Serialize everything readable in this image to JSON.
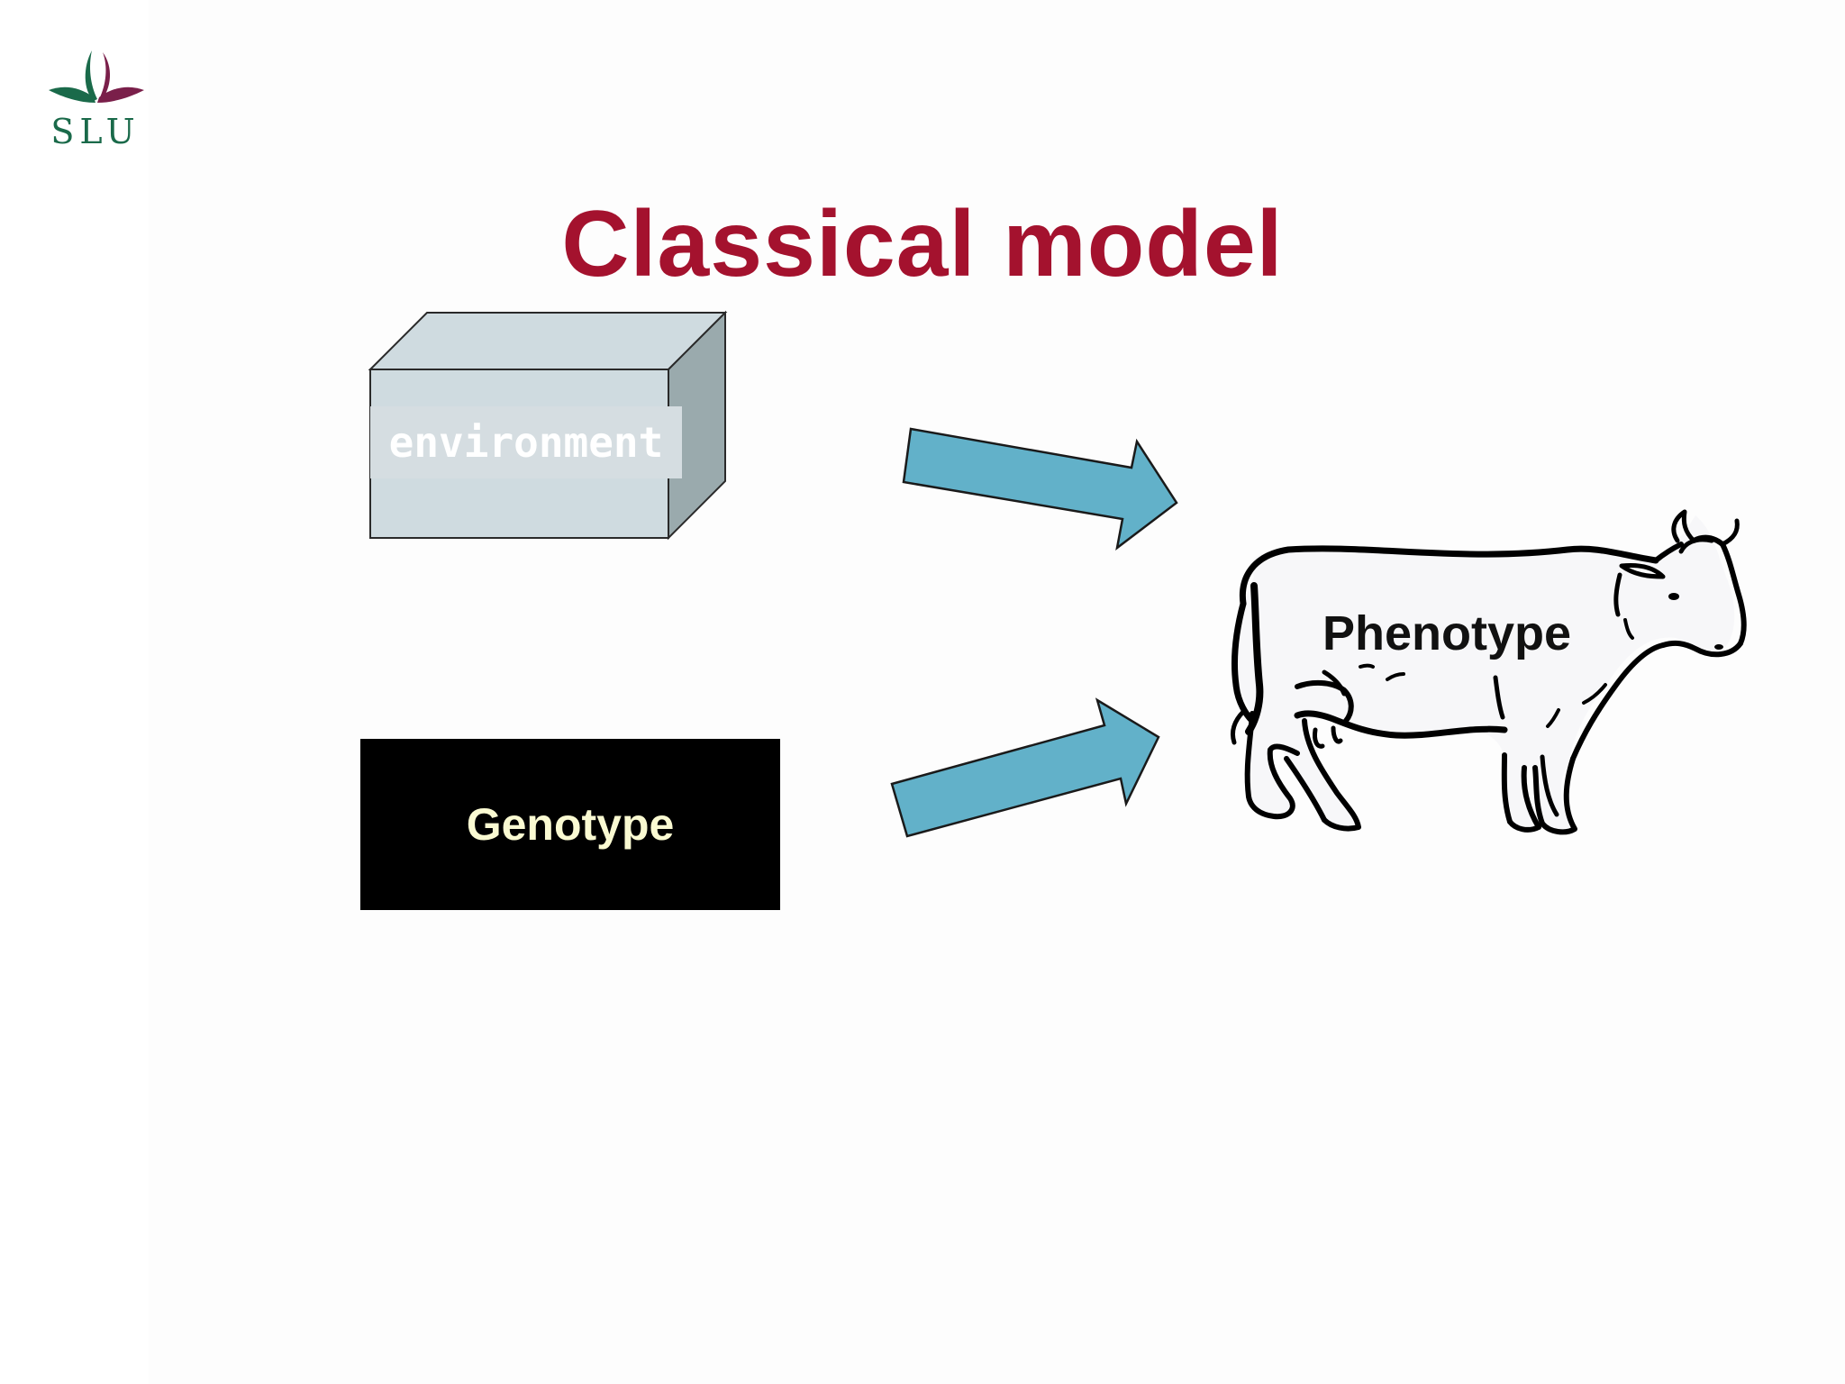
{
  "slide": {
    "title": "Classical model",
    "logo_text": "SLU"
  },
  "diagram": {
    "environment_label": "environment",
    "genotype_label": "Genotype",
    "phenotype_label": "Phenotype"
  },
  "colors": {
    "title": "#a4122e",
    "arrow_fill": "#62b1c9",
    "box_front": "#cfdbe0",
    "box_side": "#9aaaad",
    "genotype_bg": "#000000",
    "genotype_text": "#fafad2",
    "logo_green": "#1a6a4a",
    "logo_purple": "#7a1f4a"
  }
}
